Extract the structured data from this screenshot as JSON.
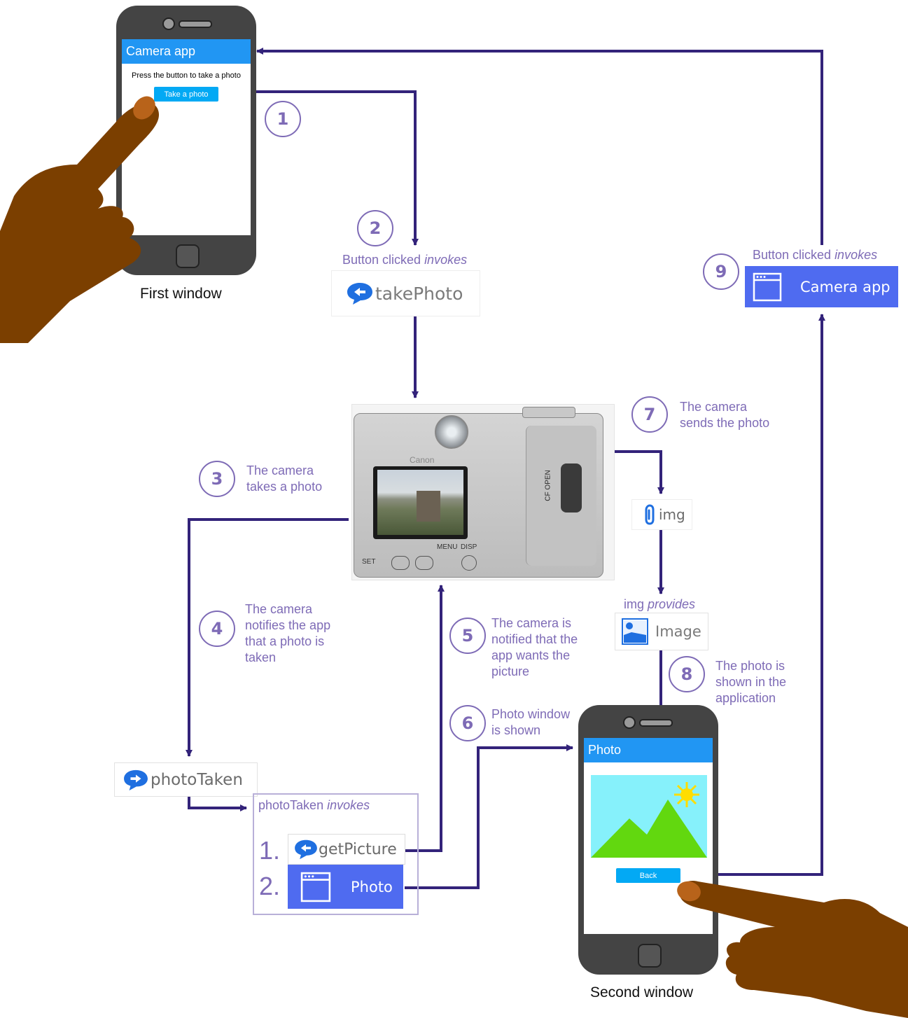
{
  "first_window": {
    "app_title": "Camera app",
    "prompt": "Press the button to take a photo",
    "take_photo_button": "Take a photo",
    "caption": "First window"
  },
  "second_window": {
    "app_title": "Photo",
    "back_button": "Back",
    "caption": "Second window"
  },
  "steps": [
    {
      "number": "1",
      "lines": []
    },
    {
      "number": "2",
      "lines": [
        "Button clicked ",
        "invokes"
      ]
    },
    {
      "number": "3",
      "lines": [
        "The camera",
        "takes a photo"
      ]
    },
    {
      "number": "4",
      "lines": [
        "The camera",
        "notifies the app",
        "that a photo is",
        "taken"
      ]
    },
    {
      "number": "5",
      "lines": [
        "The camera is",
        "notified that the",
        "app wants the",
        "picture"
      ]
    },
    {
      "number": "6",
      "lines": [
        "Photo window",
        "is shown"
      ]
    },
    {
      "number": "7",
      "lines": [
        "The camera",
        "sends the  photo"
      ]
    },
    {
      "number": "8",
      "lines": [
        "The photo is",
        "shown in the",
        "application"
      ]
    },
    {
      "number": "9",
      "lines": [
        "Button clicked ",
        "invokes"
      ]
    }
  ],
  "blocks": {
    "take_photo_event": "takePhoto",
    "photo_taken_event": "photoTaken",
    "img_variable": "img",
    "img_provides_label": "img ",
    "img_provides_italic": "provides",
    "image_component": "Image",
    "photo_taken_invokes_label": "photoTaken ",
    "photo_taken_invokes_italic": "invokes",
    "item_1_number": "1.",
    "item_1_method": "getPicture",
    "item_2_number": "2.",
    "item_2_window": "Photo",
    "camera_app_window": "Camera app"
  },
  "camera": {
    "brand": "Canon",
    "cf_open": "CF OPEN",
    "menu": "MENU",
    "disp": "DISP",
    "set": "SET"
  },
  "colors": {
    "arrow": "#33237a",
    "step_text": "#7e6bb6",
    "appbar": "#2196f3",
    "button": "#03a9f4",
    "window_chip": "#4f6bf0",
    "phone_body": "#444444",
    "hand": "#7b3f00",
    "fingertip": "#b8631a"
  }
}
